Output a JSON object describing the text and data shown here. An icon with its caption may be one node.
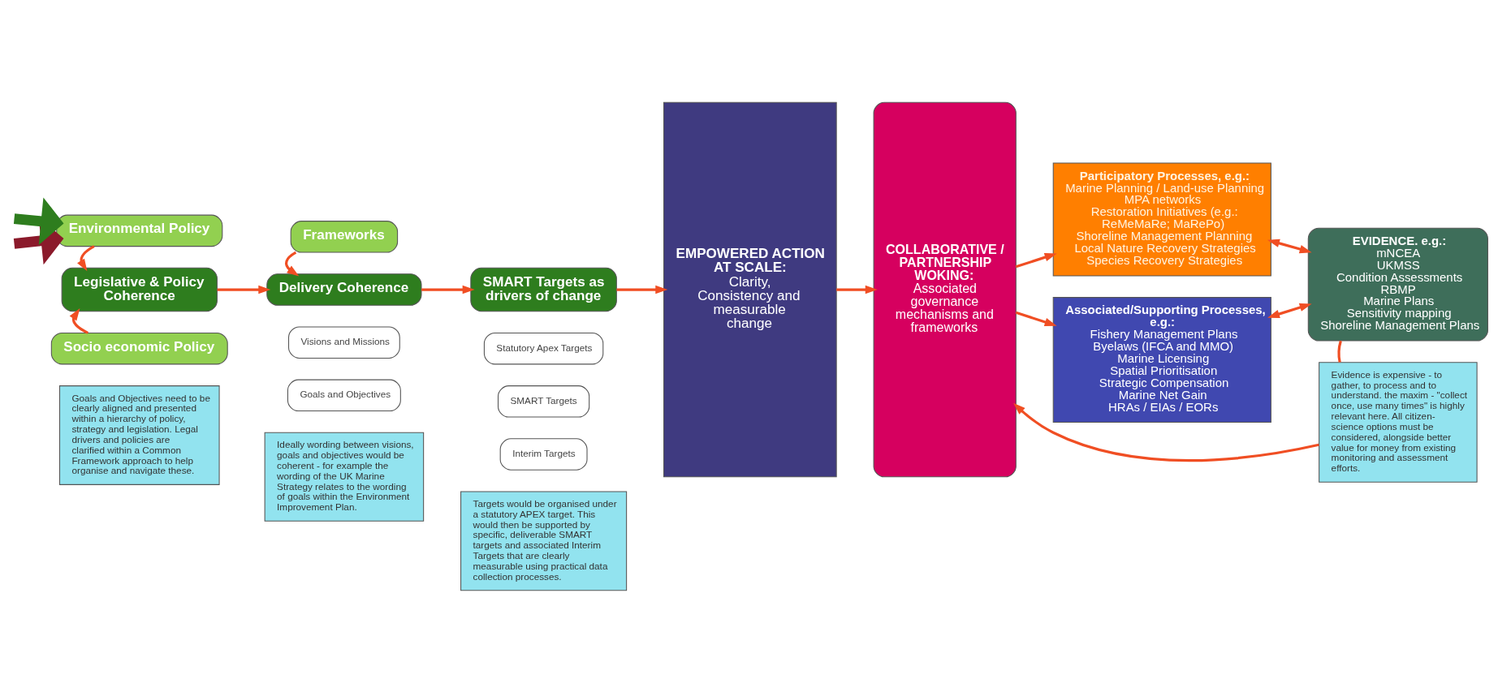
{
  "diagram": {
    "nodes": [
      {
        "text": [
          "Environmental Policy"
        ]
      },
      {
        "text": [
          "Legislative & Policy Coherence"
        ]
      },
      {
        "text": [
          "Socio economic Policy"
        ]
      },
      {
        "text": [
          "Goals and Objectives need to be clearly aligned and presented within a hierarchy of policy, strategy and legislation. Legal drivers and policies are clarified within a Common Framework approach to help organise and navigate these."
        ]
      },
      {
        "text": [
          "Frameworks"
        ]
      },
      {
        "text": [
          "Delivery Coherence"
        ]
      },
      {
        "text": [
          "Visions and Missions"
        ]
      },
      {
        "text": [
          "Goals and Objectives"
        ]
      },
      {
        "text": [
          "Ideally wording between visions, goals and objectives would be coherent - for example the wording of the UK Marine Strategy relates to the wording of goals within the Environment Improvement Plan."
        ]
      },
      {
        "text": [
          "SMART Targets as drivers of change"
        ]
      },
      {
        "text": [
          "Statutory Apex Targets"
        ]
      },
      {
        "text": [
          "SMART Targets"
        ]
      },
      {
        "text": [
          "Interim Targets"
        ]
      },
      {
        "text": [
          "Targets would be organised under a statutory APEX target. This would then be supported by specific, deliverable SMART targets and associated Interim Targets that are clearly measurable using practical data collection processes."
        ]
      },
      {
        "text": [
          "EMPOWERED ACTION AT SCALE:",
          "Clarity, Consistency and measurable change"
        ]
      },
      {
        "text": [
          "COLLABORATIVE / PARTNERSHIP WOKING:",
          "Associated governance mechanisms and frameworks"
        ]
      },
      {
        "text": [
          "Participatory Processes, e.g.:",
          "Marine Planning / Land-use Planning",
          "MPA networks",
          "Restoration Initiatives (e.g.: ReMeMaRe; MaRePo)",
          "Shoreline Management Planning",
          "Local Nature Recovery Strategies",
          "Species Recovery Strategies"
        ]
      },
      {
        "text": [
          "Associated/Supporting Processes, e.g.:",
          "Fishery Management Plans",
          "Byelaws (IFCA and MMO)",
          "Marine Licensing",
          "Spatial Prioritisation",
          "Strategic Compensation",
          "Marine Net Gain",
          "HRAs / EIAs / EORs"
        ]
      },
      {
        "text": [
          "EVIDENCE. e.g.:",
          "mNCEA",
          "UKMSS",
          "Condition Assessments",
          "RBMP",
          "Marine Plans",
          "Sensitivity mapping",
          "Shoreline Management Plans"
        ]
      },
      {
        "text": [
          "Evidence is expensive - to gather, to process and to understand. the maxim - \"collect once, use many times\" is highly relevant here. All citizen-science options must be considered, alongside better value for money from existing monitoring and assessment efforts."
        ]
      }
    ],
    "edges": [
      {
        "from": null,
        "to": 0,
        "arrow": "to",
        "style": "thick",
        "color": "#8b1a2b"
      },
      {
        "from": null,
        "to": 0,
        "arrow": "to",
        "style": "thick",
        "color": "#2e7d1e"
      },
      {
        "from": 0,
        "to": 1,
        "arrow": "to"
      },
      {
        "from": 2,
        "to": 1,
        "arrow": "to"
      },
      {
        "from": 4,
        "to": 5,
        "arrow": "to"
      },
      {
        "from": 1,
        "to": 5,
        "arrow": "to"
      },
      {
        "from": 5,
        "to": 9,
        "arrow": "to"
      },
      {
        "from": 9,
        "to": 14,
        "arrow": "to"
      },
      {
        "from": 14,
        "to": 15,
        "arrow": "to"
      },
      {
        "from": 15,
        "to": 16,
        "arrow": "to"
      },
      {
        "from": 15,
        "to": 17,
        "arrow": "to"
      },
      {
        "from": 18,
        "to": 16,
        "arrow": "both"
      },
      {
        "from": 18,
        "to": 17,
        "arrow": "both"
      },
      {
        "from": 18,
        "to": 19,
        "arrow": "none"
      },
      {
        "from": 19,
        "to": 15,
        "arrow": "to"
      }
    ]
  }
}
